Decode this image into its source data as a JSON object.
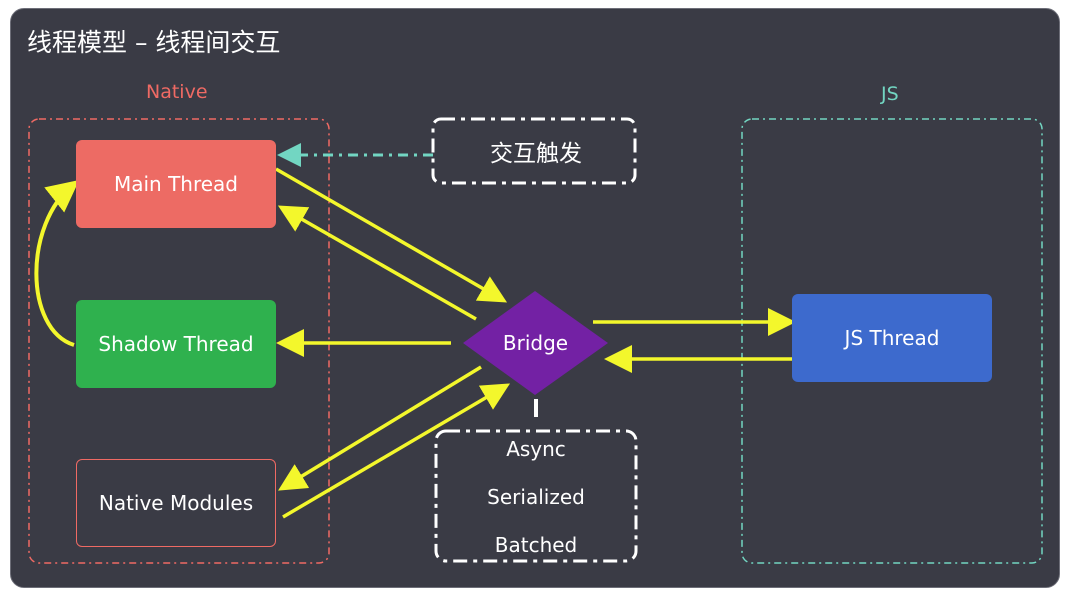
{
  "title": "线程模型 – 线程间交互",
  "groups": {
    "native": "Native",
    "js": "JS"
  },
  "nodes": {
    "main_thread": "Main Thread",
    "shadow_thread": "Shadow Thread",
    "native_modules": "Native Modules",
    "js_thread": "JS Thread",
    "bridge": "Bridge"
  },
  "trigger": "交互触发",
  "bridge_properties": [
    "Async",
    "Serialized",
    "Batched"
  ],
  "colors": {
    "background": "#3a3b45",
    "arrow": "#f3f72c",
    "native_accent": "#ef6a64",
    "js_accent": "#72d6c2",
    "main_thread": "#ed6b64",
    "shadow_thread": "#2fb14e",
    "js_thread": "#3d6acd",
    "bridge": "#7321a4"
  }
}
